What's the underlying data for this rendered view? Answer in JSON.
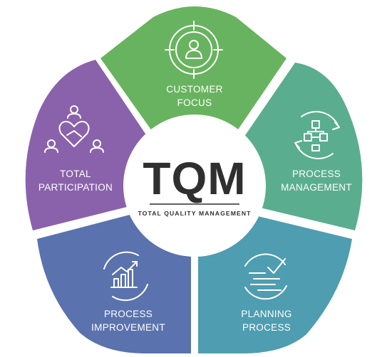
{
  "center": {
    "title": "TQM",
    "subtitle": "TOTAL QUALITY MANAGEMENT"
  },
  "segments": [
    {
      "id": "customer-focus",
      "line1": "CUSTOMER",
      "line2": "FOCUS",
      "color": "#68b35f",
      "icon": "target-person-icon"
    },
    {
      "id": "process-management",
      "line1": "PROCESS",
      "line2": "MANAGEMENT",
      "color": "#5aae8f",
      "icon": "flowchart-cycle-icon"
    },
    {
      "id": "planning-process",
      "line1": "PLANNING",
      "line2": "PROCESS",
      "color": "#4f9db0",
      "icon": "checklist-cycle-icon"
    },
    {
      "id": "process-improvement",
      "line1": "PROCESS",
      "line2": "IMPROVEMENT",
      "color": "#5a72ad",
      "icon": "growth-chart-icon"
    },
    {
      "id": "total-participation",
      "line1": "TOTAL",
      "line2": "PARTICIPATION",
      "color": "#8a62ab",
      "icon": "team-heart-icon"
    }
  ]
}
